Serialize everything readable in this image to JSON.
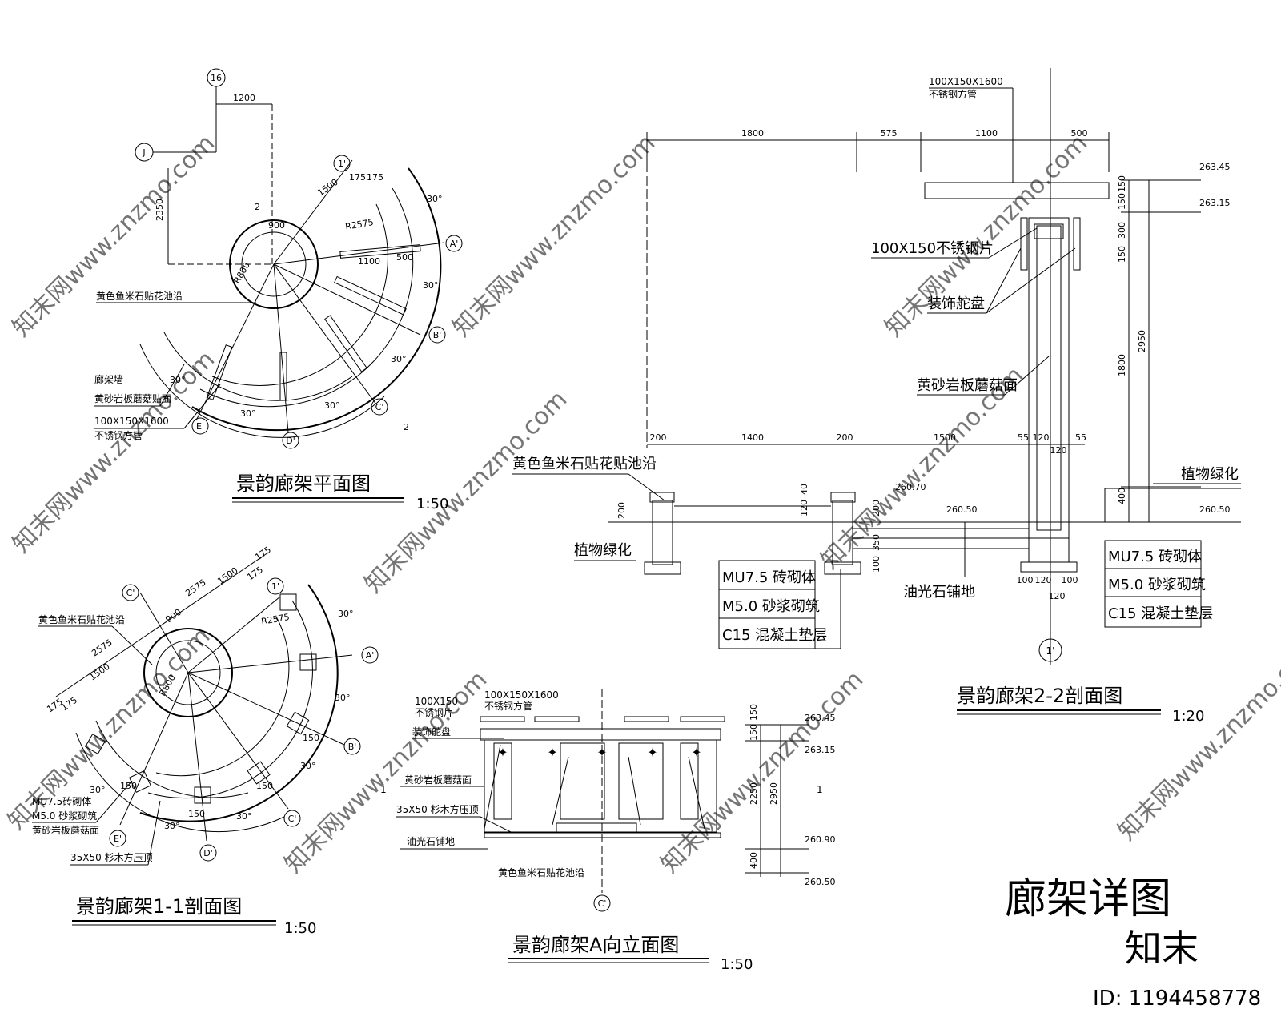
{
  "colors": {
    "line": "#000000",
    "background": "#ffffff",
    "watermark": "#c8c8c8"
  },
  "titles": {
    "plan": "景韵廊架平面图",
    "plan_scale": "1:50",
    "sec11": "景韵廊架1-1剖面图",
    "sec11_scale": "1:50",
    "elevA": "景韵廊架A向立面图",
    "elevA_scale": "1:50",
    "sec22": "景韵廊架2-2剖面图",
    "sec22_scale": "1:20",
    "main": "廊架详图"
  },
  "watermark": {
    "logo": "知末",
    "id": "ID: 1194458778",
    "tile": "知末网www.znzmo.com"
  },
  "plan": {
    "grid": [
      "16",
      "J",
      "1'",
      "A'",
      "B'",
      "C'",
      "D'",
      "E'"
    ],
    "dims": [
      "1200",
      "2350",
      "1500",
      "175",
      "175",
      "R2575",
      "900",
      "R800",
      "1100",
      "500",
      "30°",
      "30°",
      "30°",
      "30°",
      "30°",
      "30°"
    ],
    "section_mark": "2",
    "notes": [
      "黄色鱼米石贴花池沿",
      "廊架墙",
      "黄砂岩板蘑菇贴面",
      "100X150X1600",
      "不锈钢方管"
    ]
  },
  "sec11": {
    "grid": [
      "C'",
      "1'",
      "A'",
      "B'",
      "C'",
      "D'",
      "E'"
    ],
    "dims": [
      "175",
      "2575",
      "1500",
      "175",
      "900",
      "2575",
      "1500",
      "175",
      "175",
      "R2575",
      "R800",
      "150",
      "150",
      "150",
      "150",
      "30°",
      "30°",
      "30°",
      "30°",
      "30°",
      "30°"
    ],
    "notes": [
      "黄色鱼米石贴花池沿",
      "MU7.5砖砌体",
      "M5.0 砂浆砌筑",
      "黄砂岩板蘑菇面",
      "35X50 杉木方压顶"
    ]
  },
  "elevA": {
    "grid": [
      "C'"
    ],
    "section_mark": "1",
    "dims": [
      "150",
      "150",
      "2250",
      "2950",
      "400"
    ],
    "levels": [
      "263.45",
      "263.15",
      "260.90",
      "260.50"
    ],
    "notes": [
      "100X150X1600",
      "不锈钢方管",
      "100X150",
      "不锈钢片",
      "装饰舵盘",
      "黄砂岩板蘑菇面",
      "35X50 杉木方压顶",
      "油光石铺地",
      "黄色鱼米石贴花池沿"
    ]
  },
  "sec22": {
    "top_note": [
      "100X150X1600",
      "不锈钢方管"
    ],
    "top_dims": [
      "1800",
      "575",
      "1100",
      "500"
    ],
    "bottom_dims": [
      "200",
      "1400",
      "200",
      "1500",
      "55",
      "120",
      "120",
      "55"
    ],
    "right_dims": [
      "150",
      "150",
      "300",
      "150",
      "1800",
      "2950",
      "400"
    ],
    "levels": [
      "263.45",
      "263.15",
      "260.70",
      "260.50",
      "260.50"
    ],
    "left_dims": [
      "200",
      "40",
      "120",
      "200",
      "350",
      "100"
    ],
    "foot_dims": [
      "100",
      "120",
      "100",
      "120"
    ],
    "notes": [
      "100X150不锈钢片",
      "装饰舵盘",
      "黄砂岩板蘑菇面",
      "黄色鱼米石贴花贴池沿",
      "植物绿化",
      "植物绿化",
      "油光石铺地"
    ],
    "mat_left": [
      "MU7.5 砖砌体",
      "M5.0 砂浆砌筑",
      "C15 混凝土垫层"
    ],
    "mat_right": [
      "MU7.5 砖砌体",
      "M5.0 砂浆砌筑",
      "C15 混凝土垫层"
    ],
    "grid": "1'"
  }
}
